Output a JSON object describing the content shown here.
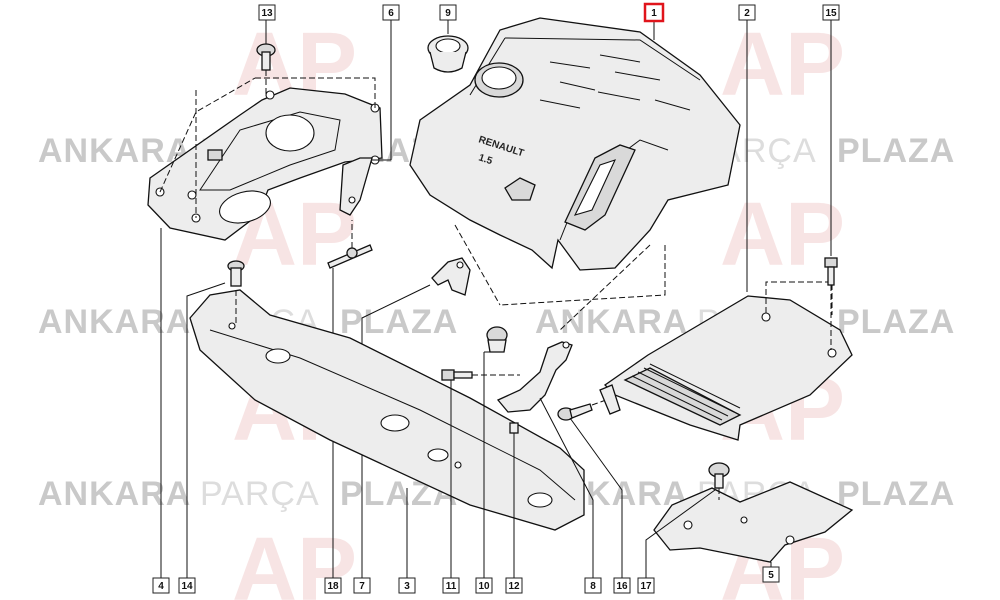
{
  "watermark": {
    "word1": "ANKARA",
    "word2": "PARÇA",
    "word3": "PLAZA",
    "logo": "AP",
    "color_word1": "#c7c7c7",
    "color_word2": "#dcdcdc",
    "color_word3": "#c7c7c7",
    "logo_color": "#f3d6d6"
  },
  "cover_branding": {
    "brand": "RENAULT",
    "engine": "1.5"
  },
  "callouts": {
    "c1": "1",
    "c2": "2",
    "c3": "3",
    "c4": "4",
    "c5": "5",
    "c6": "6",
    "c7": "7",
    "c8": "8",
    "c9": "9",
    "c10": "10",
    "c11": "11",
    "c12": "12",
    "c13": "13",
    "c14": "14",
    "c15": "15",
    "c16": "16",
    "c17": "17",
    "c18": "18"
  },
  "highlight_color": "#e0141b"
}
